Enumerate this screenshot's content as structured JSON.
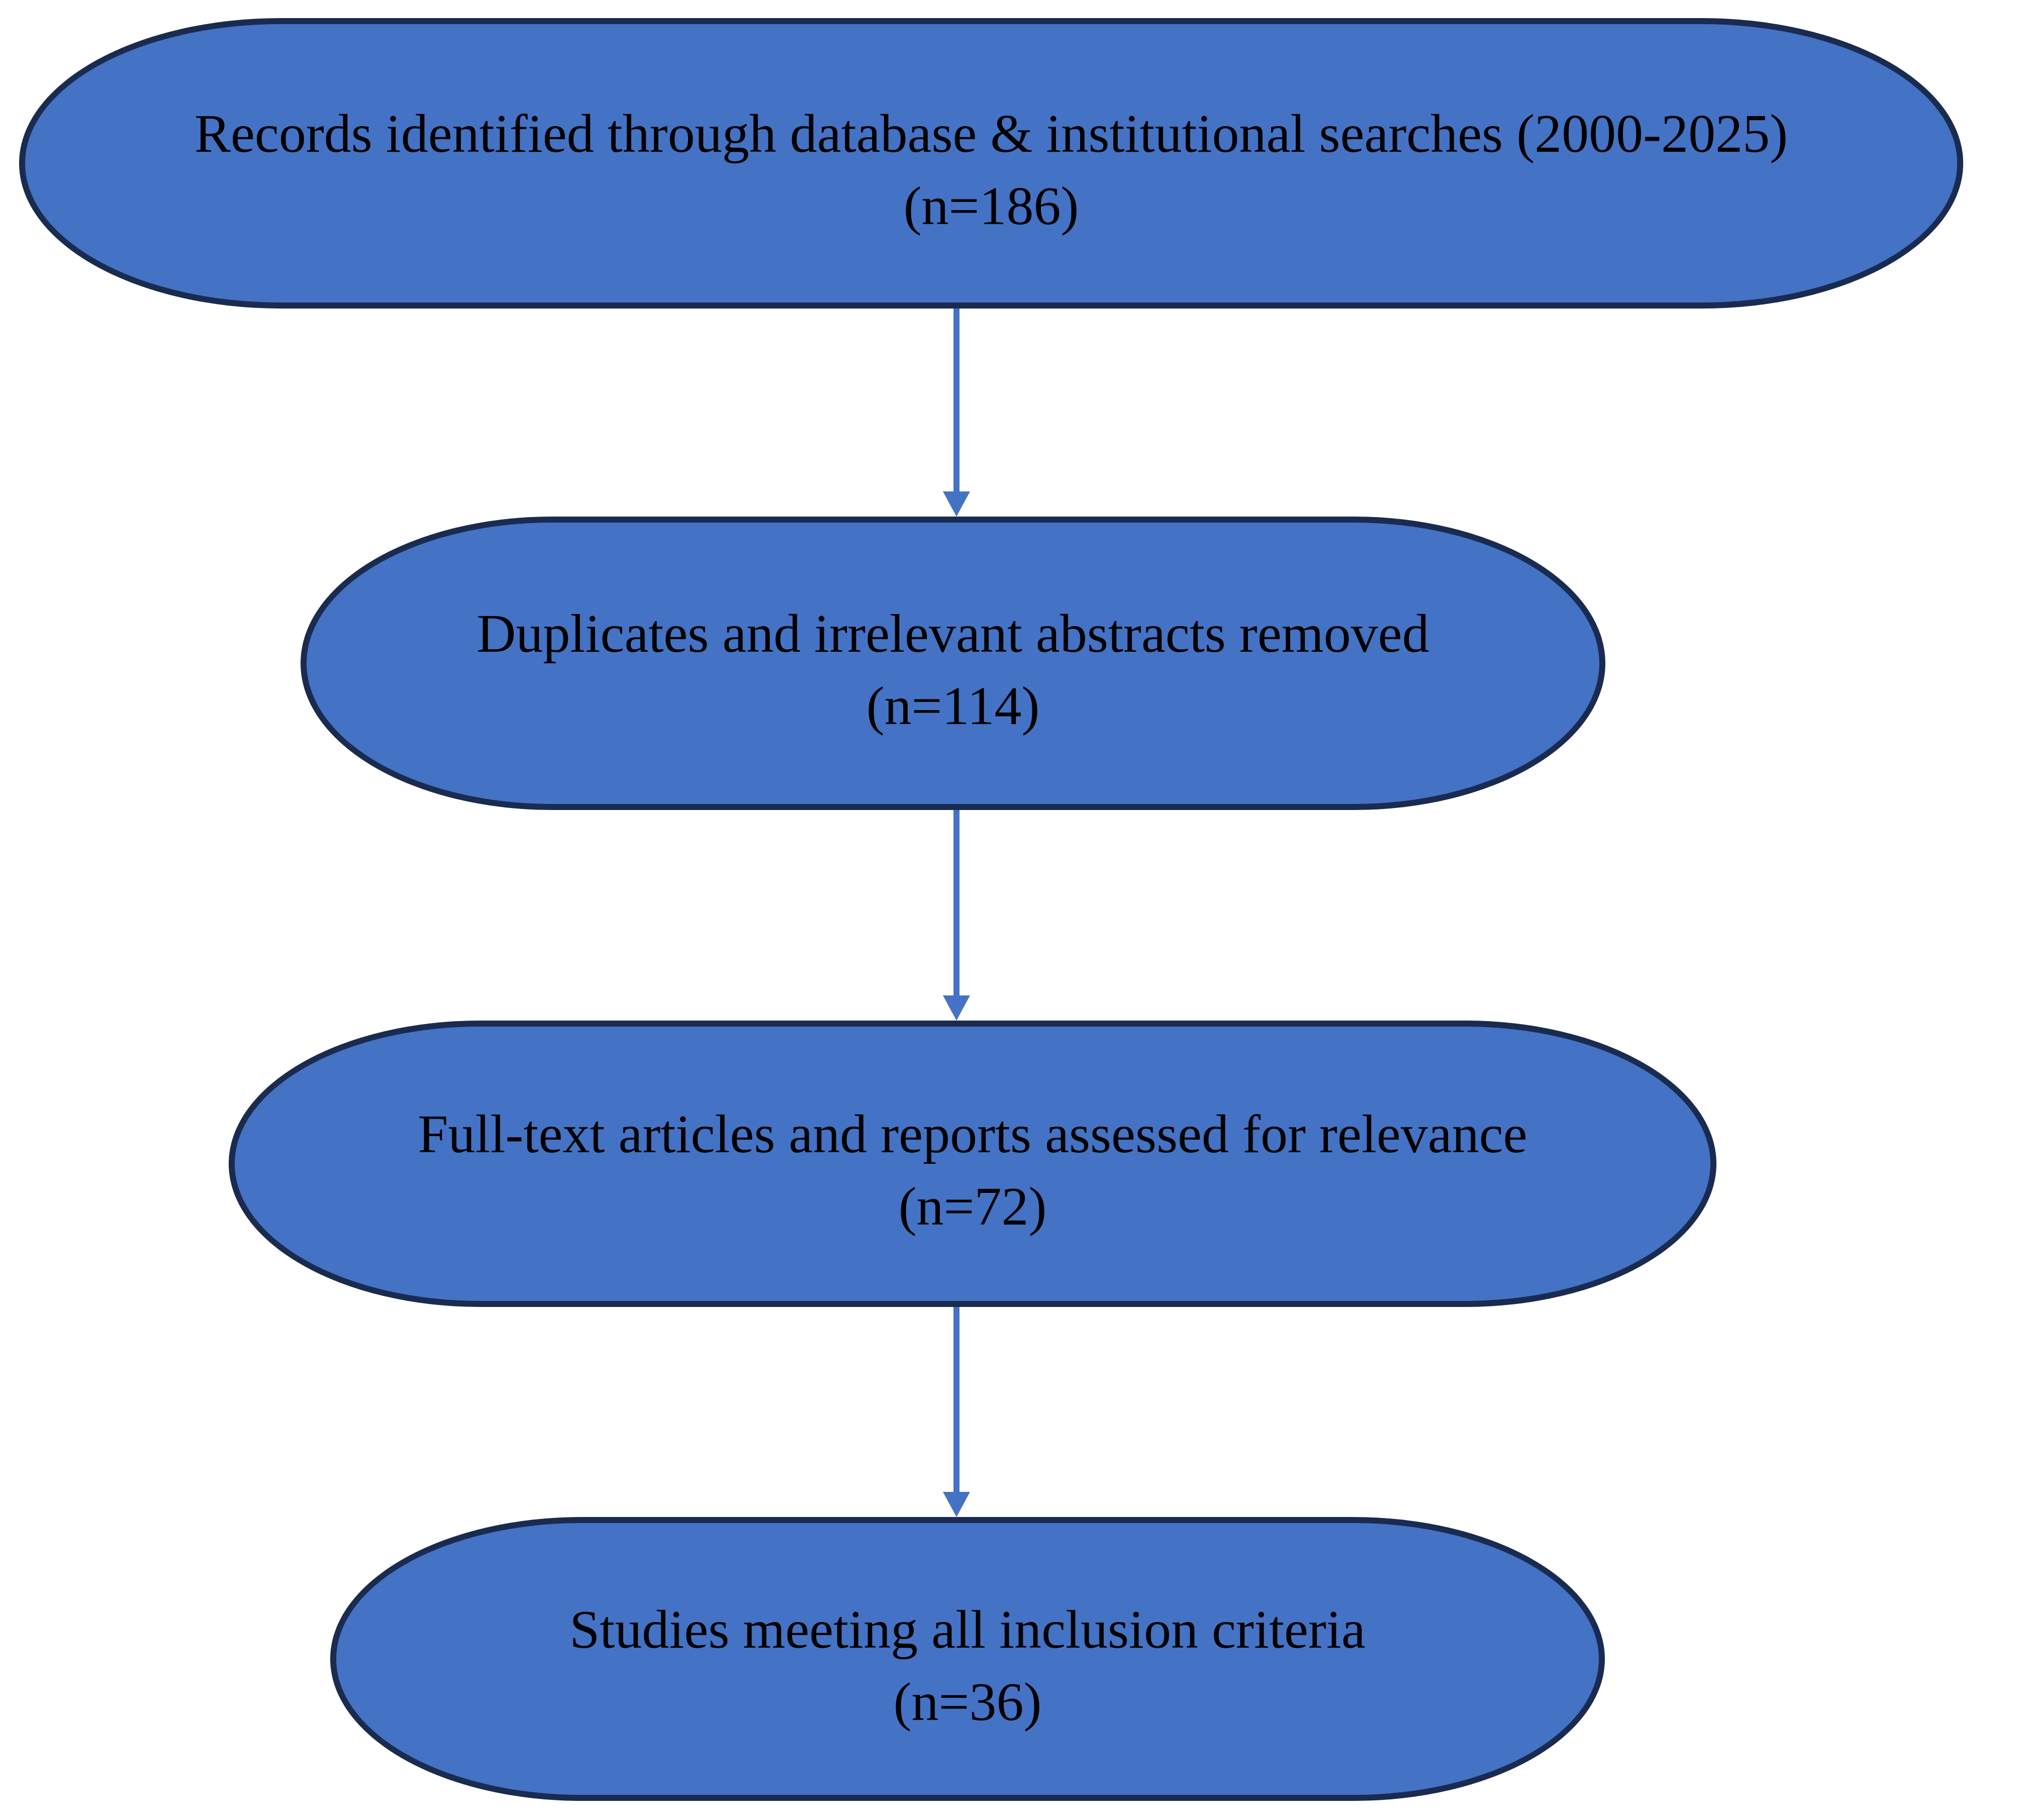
{
  "page": {
    "background": "#ffffff"
  },
  "flowchart": {
    "colors": {
      "box_fill": "#4472C4",
      "box_border": "#1A2B50",
      "arrow_color": "#4472C4",
      "text_color": "#000000"
    },
    "nodes": [
      {
        "id": "records",
        "line1": "Records identified through database & institutional searches (2000-2025)",
        "line2": "(n=186)"
      },
      {
        "id": "duplicates",
        "line1": "Duplicates and irrelevant abstracts removed",
        "line2": "(n=114)"
      },
      {
        "id": "fulltext",
        "line1": "Full-text articles and reports assessed for relevance",
        "line2": "(n=72)"
      },
      {
        "id": "included",
        "line1": "Studies meeting all inclusion criteria",
        "line2": "(n=36)"
      }
    ],
    "arrows": [
      {
        "from": "records",
        "to": "duplicates",
        "direction": "down"
      },
      {
        "from": "duplicates",
        "to": "fulltext",
        "direction": "down"
      },
      {
        "from": "fulltext",
        "to": "included",
        "direction": "down"
      }
    ]
  }
}
